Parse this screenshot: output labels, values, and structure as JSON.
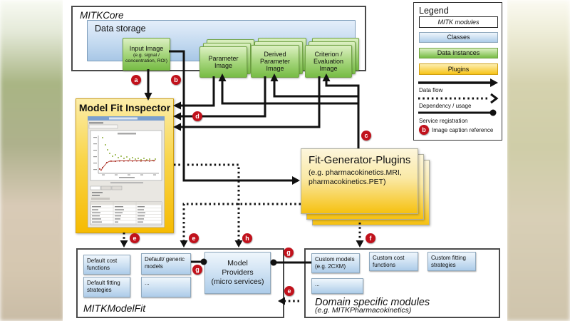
{
  "colors": {
    "module_border": "#4a4a4a",
    "class_blue": "#adcce9",
    "data_instance_green": "#77bc45",
    "plugin_yellow": "#f6bb02",
    "badge_red": "#c1121c"
  },
  "mitkcore": {
    "label": "MITKCore",
    "data_storage_label": "Data storage",
    "input_image": {
      "label": "Input Image",
      "sub": "(e.g. signal / concentration, ROI)"
    },
    "parameter_image": "Parameter Image",
    "derived_image": "Derived Parameter Image",
    "criterion_image": "Criterion / Evaluation Image"
  },
  "model_fit_inspector": {
    "label": "Model Fit Inspector"
  },
  "fit_generator_plugins": {
    "label": "Fit-Generator-Plugins",
    "sub": "(e.g. pharmacokinetics.MRI, pharmacokinetics.PET)"
  },
  "mitk_model_fit": {
    "label": "MITKModelFit",
    "default_cost": "Default cost functions",
    "default_models": "Default/ generic models",
    "default_fitting": "Default fitting strategies",
    "ellipsis": "...",
    "model_providers": {
      "label": "Model Providers",
      "sub": "(micro services)"
    }
  },
  "domain_modules": {
    "label": "Domain specific modules",
    "sub": "(e.g. MITKPharmacokinetics)",
    "custom_models": {
      "label": "Custom models",
      "sub": "(e.g. 2CXM)"
    },
    "custom_cost": "Custom cost functions",
    "custom_fitting": "Custom fitting strategies",
    "ellipsis": "..."
  },
  "legend": {
    "title": "Legend",
    "mitk_modules": "MITK modules",
    "classes": "Classes",
    "data_instances": "Data instances",
    "plugins": "Plugins",
    "data_flow": "Data flow",
    "dependency": "Dependency / usage",
    "service_registration": "Service registration",
    "image_caption": "Image caption reference",
    "caption_letter": "b"
  },
  "badges": {
    "a": "a",
    "b": "b",
    "c": "c",
    "d": "d",
    "e": "e",
    "f": "f",
    "g": "g",
    "h": "h"
  }
}
